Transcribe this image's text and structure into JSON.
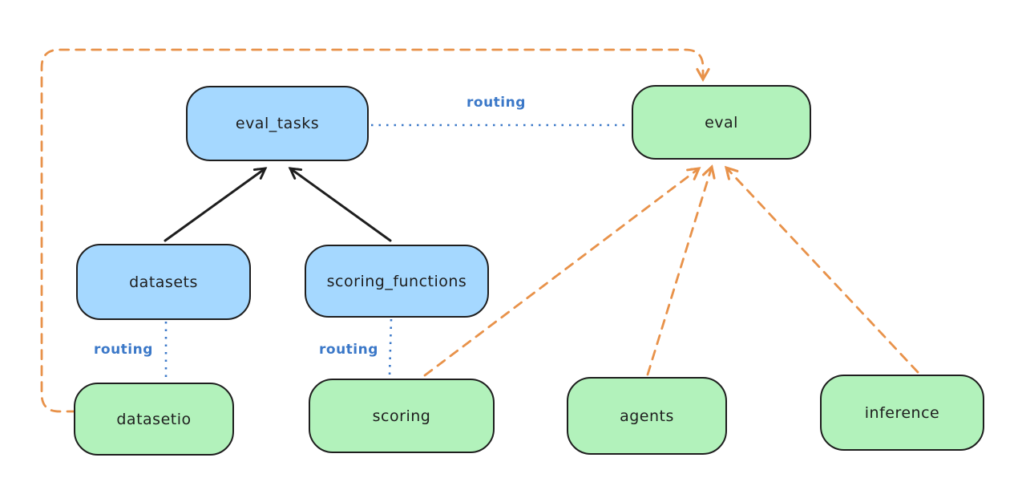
{
  "diagram": {
    "nodes": [
      {
        "id": "eval_tasks",
        "label": "eval_tasks",
        "fill": "blue"
      },
      {
        "id": "eval",
        "label": "eval",
        "fill": "green"
      },
      {
        "id": "datasets",
        "label": "datasets",
        "fill": "blue"
      },
      {
        "id": "scoring_functions",
        "label": "scoring_functions",
        "fill": "blue"
      },
      {
        "id": "datasetio",
        "label": "datasetio",
        "fill": "green"
      },
      {
        "id": "scoring",
        "label": "scoring",
        "fill": "green"
      },
      {
        "id": "agents",
        "label": "agents",
        "fill": "green"
      },
      {
        "id": "inference",
        "label": "inference",
        "fill": "green"
      }
    ],
    "edges": [
      {
        "from": "datasets",
        "to": "eval_tasks",
        "style": "solid-arrow",
        "color": "black",
        "label": ""
      },
      {
        "from": "scoring_functions",
        "to": "eval_tasks",
        "style": "solid-arrow",
        "color": "black",
        "label": ""
      },
      {
        "from": "eval_tasks",
        "to": "eval",
        "style": "dotted-line",
        "color": "blue",
        "label": "routing"
      },
      {
        "from": "datasets",
        "to": "datasetio",
        "style": "dotted-line",
        "color": "blue",
        "label": "routing"
      },
      {
        "from": "scoring_functions",
        "to": "scoring",
        "style": "dotted-line",
        "color": "blue",
        "label": "routing"
      },
      {
        "from": "datasetio",
        "to": "eval",
        "style": "dashed-arrow",
        "color": "orange",
        "label": ""
      },
      {
        "from": "scoring",
        "to": "eval",
        "style": "dashed-arrow",
        "color": "orange",
        "label": ""
      },
      {
        "from": "agents",
        "to": "eval",
        "style": "dashed-arrow",
        "color": "orange",
        "label": ""
      },
      {
        "from": "inference",
        "to": "eval",
        "style": "dashed-arrow",
        "color": "orange",
        "label": ""
      }
    ],
    "colors": {
      "blue_fill": "#a5d8ff",
      "green_fill": "#b2f2bb",
      "stroke": "#1e1e1e",
      "orange_edge": "#e8924a",
      "routing_blue": "#3b78c8",
      "background": "#ffffff"
    }
  }
}
